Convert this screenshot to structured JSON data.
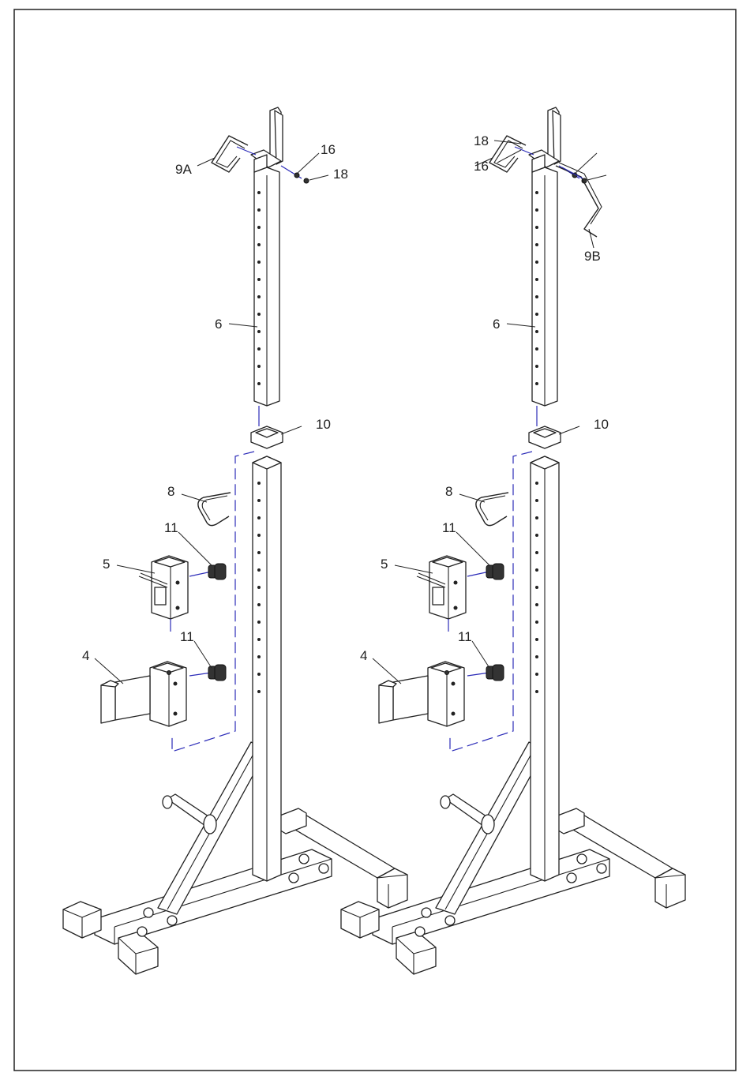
{
  "labels": {
    "arm_left": "9A",
    "arm_right": "9B",
    "bolt": "16",
    "nut": "18",
    "upper_tube": "6",
    "bushing": "10",
    "pin": "8",
    "knob": "11",
    "bracket": "5",
    "spotter_arm": "4"
  },
  "colors": {
    "line": "#222222",
    "assembly_line": "#2b2bb8",
    "background": "#ffffff",
    "frame": "#222222"
  }
}
